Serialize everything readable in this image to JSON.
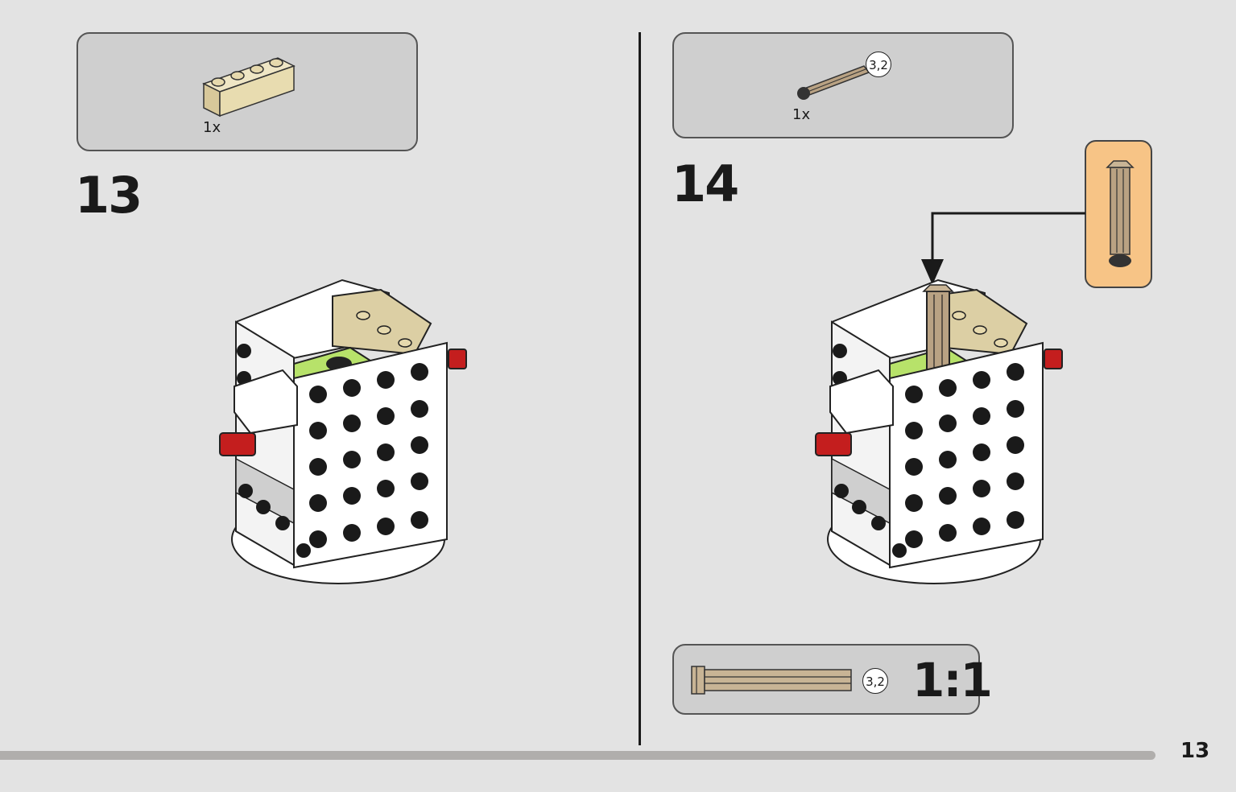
{
  "step13": {
    "number": "13",
    "part_qty": "1x",
    "part_name": "tan-1x4-brick"
  },
  "step14": {
    "number": "14",
    "part_qty": "1x",
    "part_name": "tan-axle-with-stop",
    "axle_length": "3,2",
    "scale_axle_length": "3,2",
    "scale_label": "1:1"
  },
  "page": {
    "number": "13"
  },
  "colors": {
    "background": "#e3e3e3",
    "parts_box": "#cfcfcf",
    "tan": "#dccfa4",
    "dark_tan": "#b9a283",
    "lime": "#b7e26a",
    "red": "#c41e1e",
    "callout": "#f7c486"
  }
}
